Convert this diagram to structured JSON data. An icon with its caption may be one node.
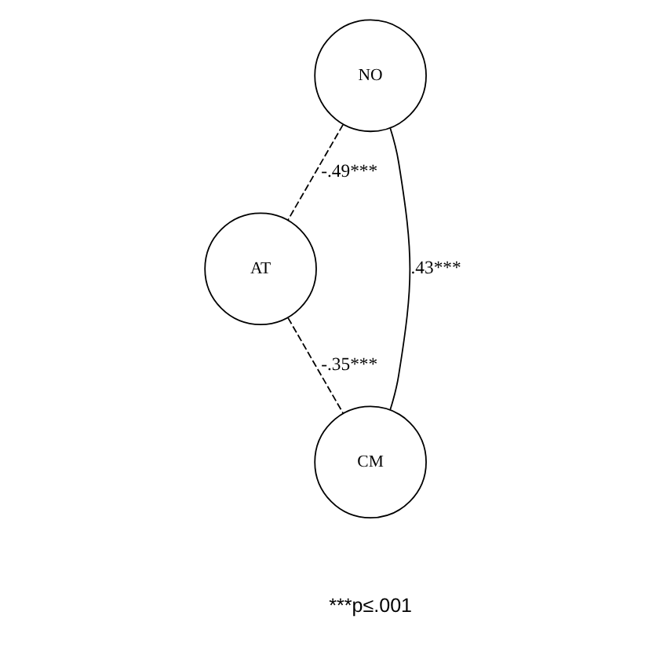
{
  "diagram": {
    "nodes": [
      {
        "text": [
          "AT"
        ]
      },
      {
        "text": [
          "NO"
        ]
      },
      {
        "text": [
          "CM"
        ]
      }
    ],
    "edges": [
      {
        "from": 1,
        "to": 0,
        "arrow": "none",
        "style": "dashed",
        "label": "-.49***"
      },
      {
        "from": 0,
        "to": 2,
        "arrow": "none",
        "style": "dashed",
        "label": "-.35***"
      },
      {
        "from": 1,
        "to": 2,
        "arrow": "none",
        "label": ".43***"
      }
    ],
    "labels": [
      "***p≤.001"
    ]
  }
}
